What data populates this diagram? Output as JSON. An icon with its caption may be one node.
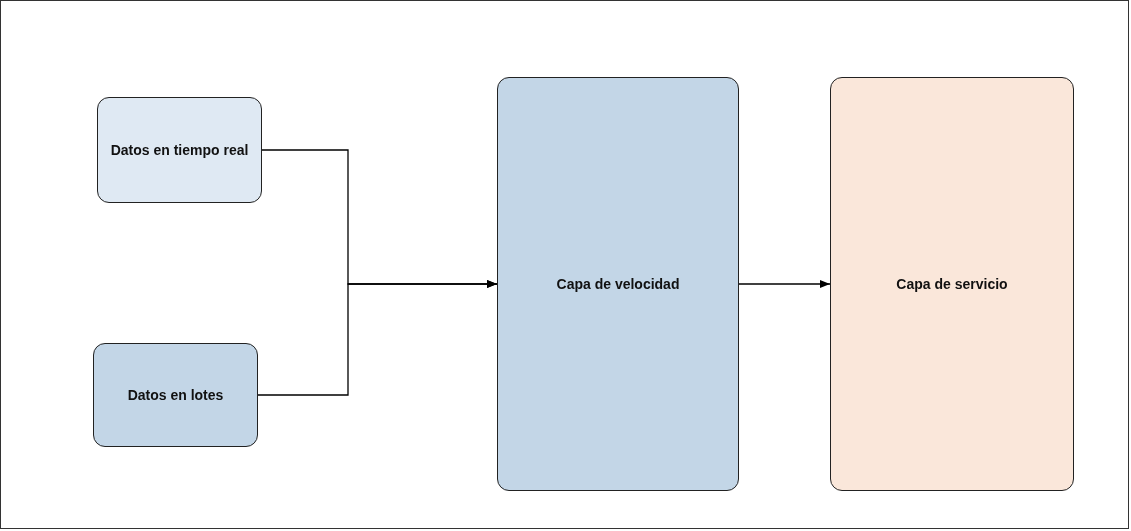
{
  "diagram": {
    "nodes": [
      {
        "text": [
          "Datos en tiempo real"
        ]
      },
      {
        "text": [
          "Datos en lotes"
        ]
      },
      {
        "text": [
          "Capa de velocidad"
        ]
      },
      {
        "text": [
          "Capa de servicio"
        ]
      }
    ],
    "edges": [
      {
        "from": 0,
        "to": 2,
        "arrow": "to"
      },
      {
        "from": 1,
        "to": 2,
        "arrow": "to"
      },
      {
        "from": 2,
        "to": 3,
        "arrow": "to"
      }
    ]
  }
}
